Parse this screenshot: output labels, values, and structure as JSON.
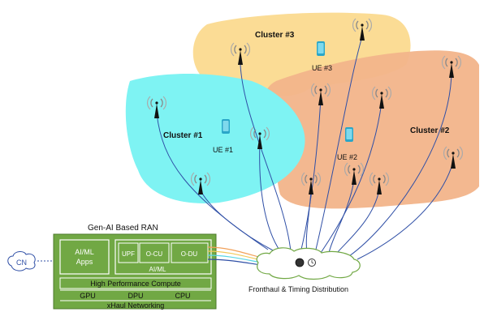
{
  "clusters": {
    "c1": {
      "label": "Cluster #1",
      "fill": "#7ef3f3"
    },
    "c2": {
      "label": "Cluster #2",
      "fill": "#f2b48a"
    },
    "c3": {
      "label": "Cluster #3",
      "fill": "#fbdc95"
    }
  },
  "ues": {
    "ue1": "UE #1",
    "ue2": "UE #2",
    "ue3": "UE #3"
  },
  "ran": {
    "title": "Gen-AI Based RAN",
    "aiml_apps": [
      "AI/ML",
      "Apps"
    ],
    "upf": "UPF",
    "ocu": "O-CU",
    "odu": "O-DU",
    "aiml_bar": "AI/ML",
    "hpc": "High Performance Compute",
    "gpu": "GPU",
    "dpu": "DPU",
    "cpu": "CPU",
    "xhaul": "xHaul Networking",
    "green": "#71a844",
    "dark_green": "#4d7a2c"
  },
  "cn": "CN",
  "fronthaul_label": "Fronthaul & Timing Distribution",
  "line_color": "#2f4fa6",
  "icons": [
    "cell-tower-icon",
    "smartphone-icon",
    "cloud-icon",
    "router-icon",
    "clock-icon"
  ]
}
